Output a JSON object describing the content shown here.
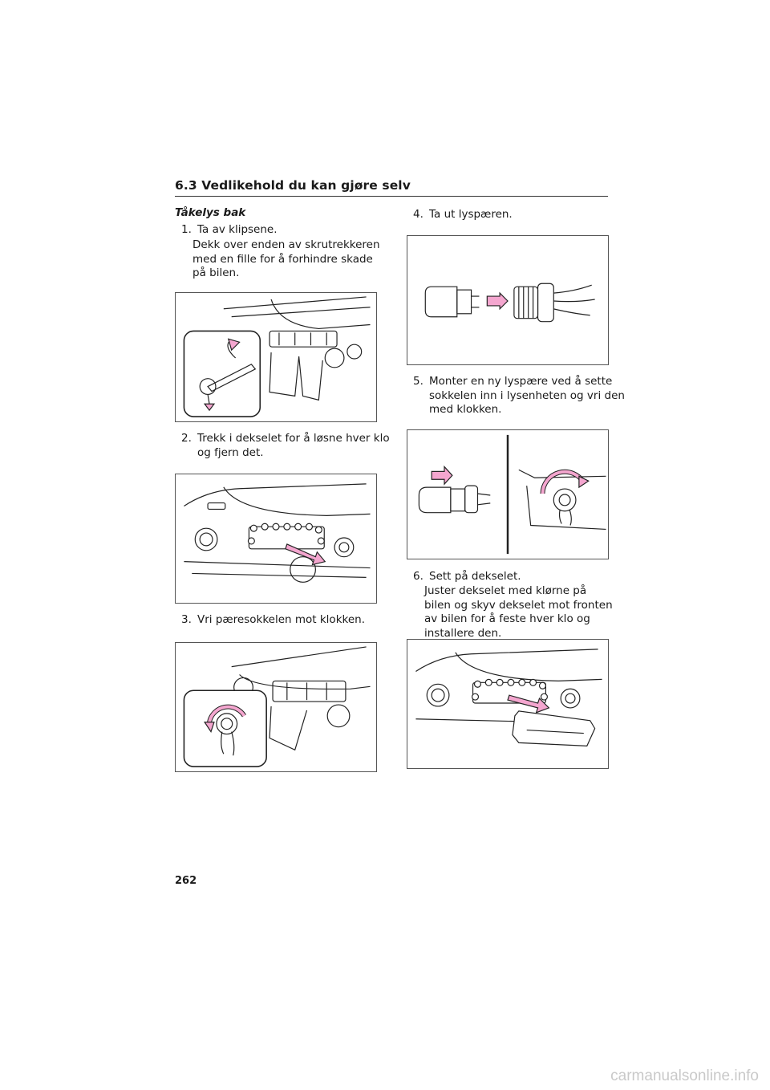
{
  "header": {
    "section_title": "6.3  Vedlikehold du kan gjøre selv"
  },
  "section": {
    "heading": "Tåkelys bak"
  },
  "steps": [
    {
      "num": "1.",
      "text": "Ta av klipsene.",
      "note": "Dekk over enden av skrutrekkeren med en fille for å forhindre skade på bilen."
    },
    {
      "num": "2.",
      "text": "Trekk i dekselet for å løsne hver klo og fjern det."
    },
    {
      "num": "3.",
      "text": "Vri pæresokkelen mot klokken."
    },
    {
      "num": "4.",
      "text": "Ta ut lyspæren."
    },
    {
      "num": "5.",
      "text": "Monter en ny lyspære ved å sette sokkelen inn i lysenheten og vri den med klokken."
    },
    {
      "num": "6.",
      "text": "Sett på dekselet.",
      "note": "Juster dekselet med klørne på bilen og skyv dekselet mot fronten av bilen for å feste hver klo og installere den."
    }
  ],
  "footer": {
    "page_number": "262",
    "watermark": "carmanualsonline.info"
  },
  "colors": {
    "arrow": "#f4a6cf",
    "line": "#222222"
  }
}
